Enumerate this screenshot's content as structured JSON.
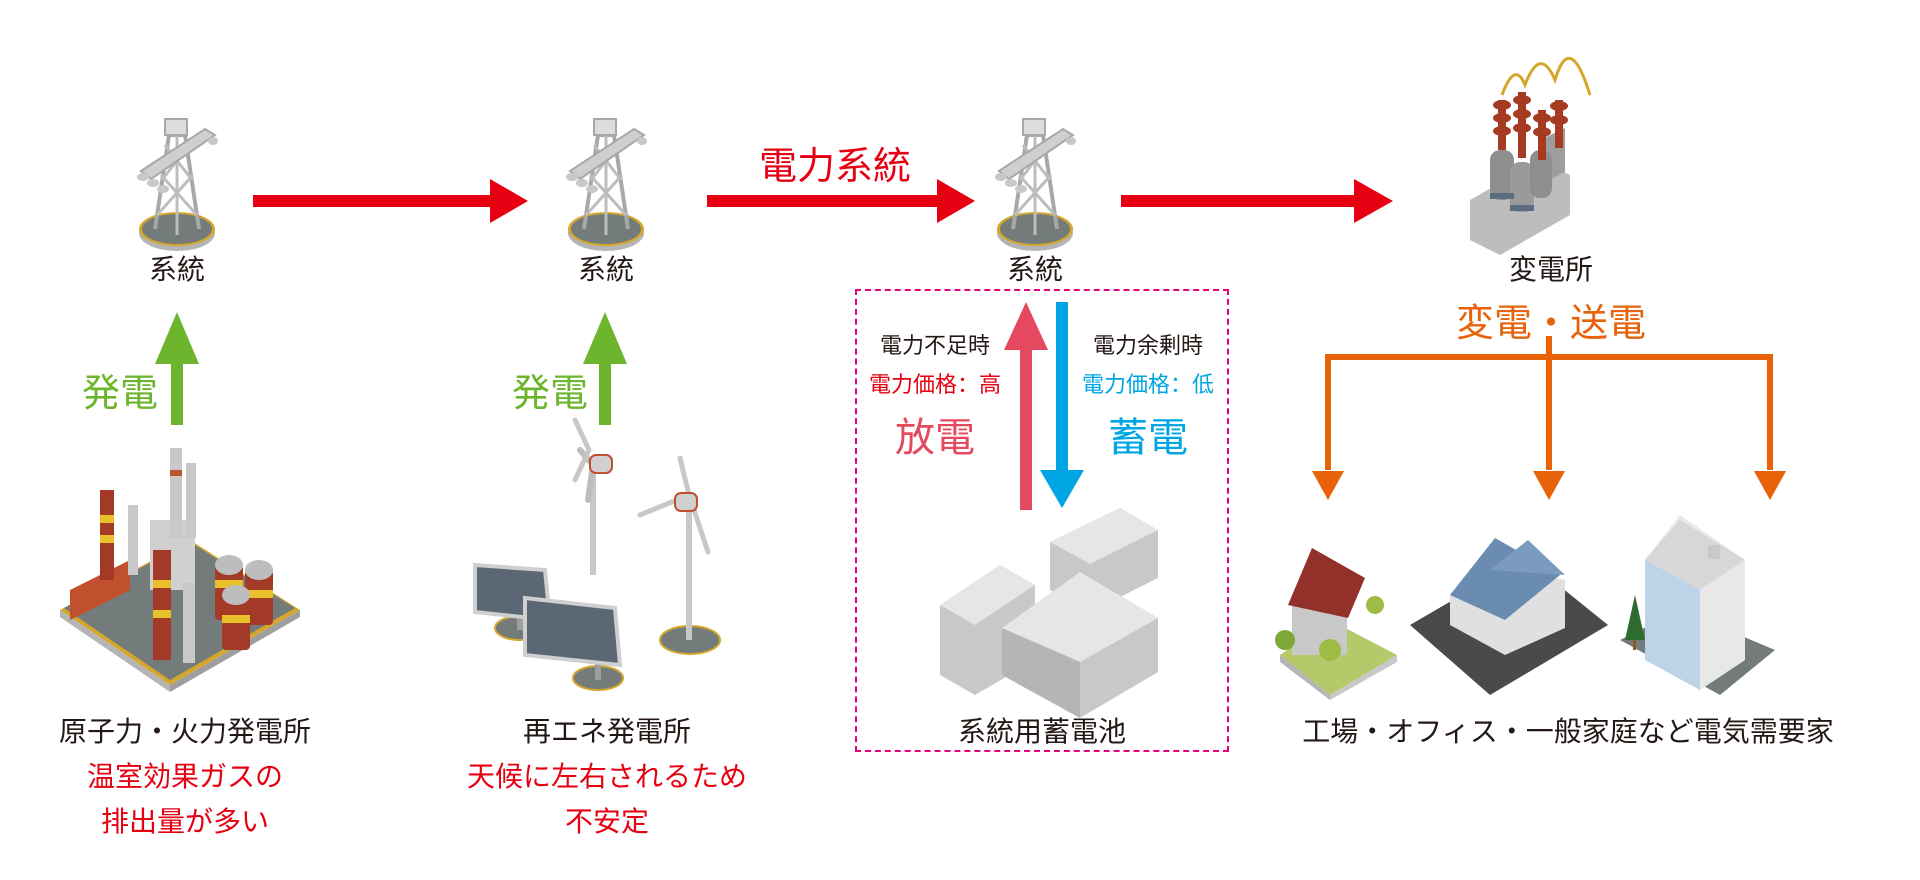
{
  "nodes": {
    "grid_1": {
      "label": "系統"
    },
    "grid_2": {
      "label": "系統"
    },
    "grid_3": {
      "label": "系統"
    },
    "substation": {
      "label": "変電所",
      "action": "変電・送電"
    }
  },
  "flow": {
    "power_grid_label": "電力系統",
    "generation_label_1": "発電",
    "generation_label_2": "発電"
  },
  "sources": {
    "conventional": {
      "label": "原子力・火力発電所",
      "note_line1": "温室効果ガスの",
      "note_line2": "排出量が多い"
    },
    "renewable": {
      "label": "再エネ発電所",
      "note_line1": "天候に左右されるため",
      "note_line2": "不安定"
    }
  },
  "storage": {
    "label": "系統用蓄電池",
    "discharge": {
      "condition": "電力不足時",
      "price": "電力価格：高",
      "action": "放電"
    },
    "charge": {
      "condition": "電力余剰時",
      "price": "電力価格：低",
      "action": "蓄電"
    }
  },
  "consumers": {
    "label": "工場・オフィス・一般家庭など電気需要家"
  },
  "colors": {
    "grid_arrow": "#e60012",
    "generation_arrow": "#6cb52d",
    "discharge": "#e5495f",
    "charge": "#00a5e3",
    "distribution": "#e8620a",
    "storage_box_border": "#e5007f"
  }
}
